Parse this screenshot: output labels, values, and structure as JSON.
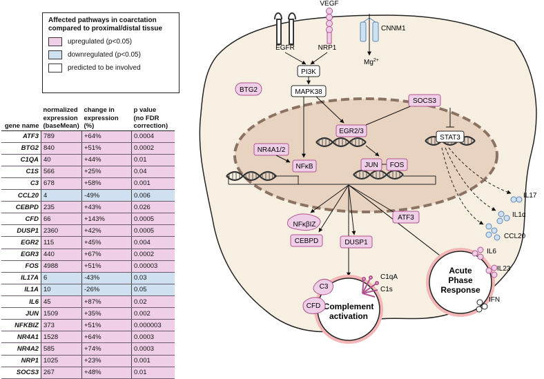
{
  "legend": {
    "title_line1": "Affected pathways in coarctation",
    "title_line2": "compared to proximal/distal tissue",
    "items": [
      {
        "label": "upregulated (p<0.05)",
        "color": "#efcfe8"
      },
      {
        "label": "downregulated (p<0.05)",
        "color": "#cfe1f1"
      },
      {
        "label": "predicted to be involved",
        "color": "#ffffff"
      }
    ]
  },
  "table": {
    "headers": {
      "gene": "gene name",
      "expression": [
        "normalized",
        "expression",
        "(baseMean)"
      ],
      "change": [
        "change in",
        "expression (%)"
      ],
      "pvalue": [
        "p value",
        "(no FDR",
        "correction)"
      ]
    },
    "rows": [
      {
        "gene": "ATF3",
        "expr": "789",
        "change": "+64%",
        "p": "0.0004",
        "dir": "up"
      },
      {
        "gene": "BTG2",
        "expr": "840",
        "change": "+51%",
        "p": "0.0002",
        "dir": "up"
      },
      {
        "gene": "C1QA",
        "expr": "40",
        "change": "+44%",
        "p": "0.01",
        "dir": "up"
      },
      {
        "gene": "C1S",
        "expr": "566",
        "change": "+25%",
        "p": "0.04",
        "dir": "up"
      },
      {
        "gene": "C3",
        "expr": "678",
        "change": "+58%",
        "p": "0.001",
        "dir": "up"
      },
      {
        "gene": "CCL20",
        "expr": "4",
        "change": "-49%",
        "p": "0.006",
        "dir": "down"
      },
      {
        "gene": "CEBPD",
        "expr": "235",
        "change": "+43%",
        "p": "0.026",
        "dir": "up"
      },
      {
        "gene": "CFD",
        "expr": "66",
        "change": "+143%",
        "p": "0.0005",
        "dir": "up"
      },
      {
        "gene": "DUSP1",
        "expr": "2360",
        "change": "+42%",
        "p": "0.0005",
        "dir": "up"
      },
      {
        "gene": "EGR2",
        "expr": "115",
        "change": "+45%",
        "p": "0.004",
        "dir": "up"
      },
      {
        "gene": "EGR3",
        "expr": "440",
        "change": "+67%",
        "p": "0.0002",
        "dir": "up"
      },
      {
        "gene": "FOS",
        "expr": "4988",
        "change": "+51%",
        "p": "0.00003",
        "dir": "up"
      },
      {
        "gene": "IL17A",
        "expr": "6",
        "change": "-43%",
        "p": "0.03",
        "dir": "down"
      },
      {
        "gene": "IL1A",
        "expr": "10",
        "change": "-26%",
        "p": "0.05",
        "dir": "down"
      },
      {
        "gene": "IL6",
        "expr": "45",
        "change": "+87%",
        "p": "0.02",
        "dir": "up"
      },
      {
        "gene": "JUN",
        "expr": "1509",
        "change": "+35%",
        "p": "0.002",
        "dir": "up"
      },
      {
        "gene": "NFKBIZ",
        "expr": "373",
        "change": "+51%",
        "p": "0.000003",
        "dir": "up"
      },
      {
        "gene": "NR4A1",
        "expr": "1528",
        "change": "+64%",
        "p": "0.0003",
        "dir": "up"
      },
      {
        "gene": "NR4A2",
        "expr": "585",
        "change": "+74%",
        "p": "0.0003",
        "dir": "up"
      },
      {
        "gene": "NRP1",
        "expr": "1025",
        "change": "+23%",
        "p": "0.001",
        "dir": "up"
      },
      {
        "gene": "SOCS3",
        "expr": "267",
        "change": "+48%",
        "p": "0.01",
        "dir": "up"
      }
    ]
  },
  "diagram": {
    "colors": {
      "up": "#efcfe8",
      "up_stroke": "#b0558f",
      "down": "#cfe1f1",
      "down_stroke": "#5b87b6",
      "cell": "#f6efe2",
      "nucleus": "#e8d3c1"
    },
    "receptors": {
      "vegf": "VEGF",
      "egfr": "EGFR",
      "nrp1": "NRP1",
      "cnnm1": "CNNM1",
      "mg": "Mg",
      "mg_charge": "2+"
    },
    "nodes": {
      "pi3k": "PI3K",
      "mapk38": "MAPK38",
      "btg2": "BTG2",
      "socs3": "SOCS3",
      "stat3": "STAT3",
      "egr23": "EGR2/3",
      "nr4a12": "NR4A1/2",
      "nfkb": "NFκB",
      "jun": "JUN",
      "fos": "FOS",
      "nfkbiz": "NFκβIZ",
      "cebpd": "CEBPD",
      "dusp1": "DUSP1",
      "atf3": "ATF3"
    },
    "secreted": {
      "il17": "IL17",
      "il1a": "IL1α",
      "ccl20": "CCL20"
    },
    "complement": {
      "title1": "Complement",
      "title2": "activation",
      "c3": "C3",
      "cfd": "CFD",
      "c1qa": "C1qA",
      "c1s": "C1s"
    },
    "acute": {
      "title1": "Acute",
      "title2": "Phase",
      "title3": "Response",
      "il6": "IL6",
      "il23": "IL23",
      "ifn": "IFN"
    }
  }
}
